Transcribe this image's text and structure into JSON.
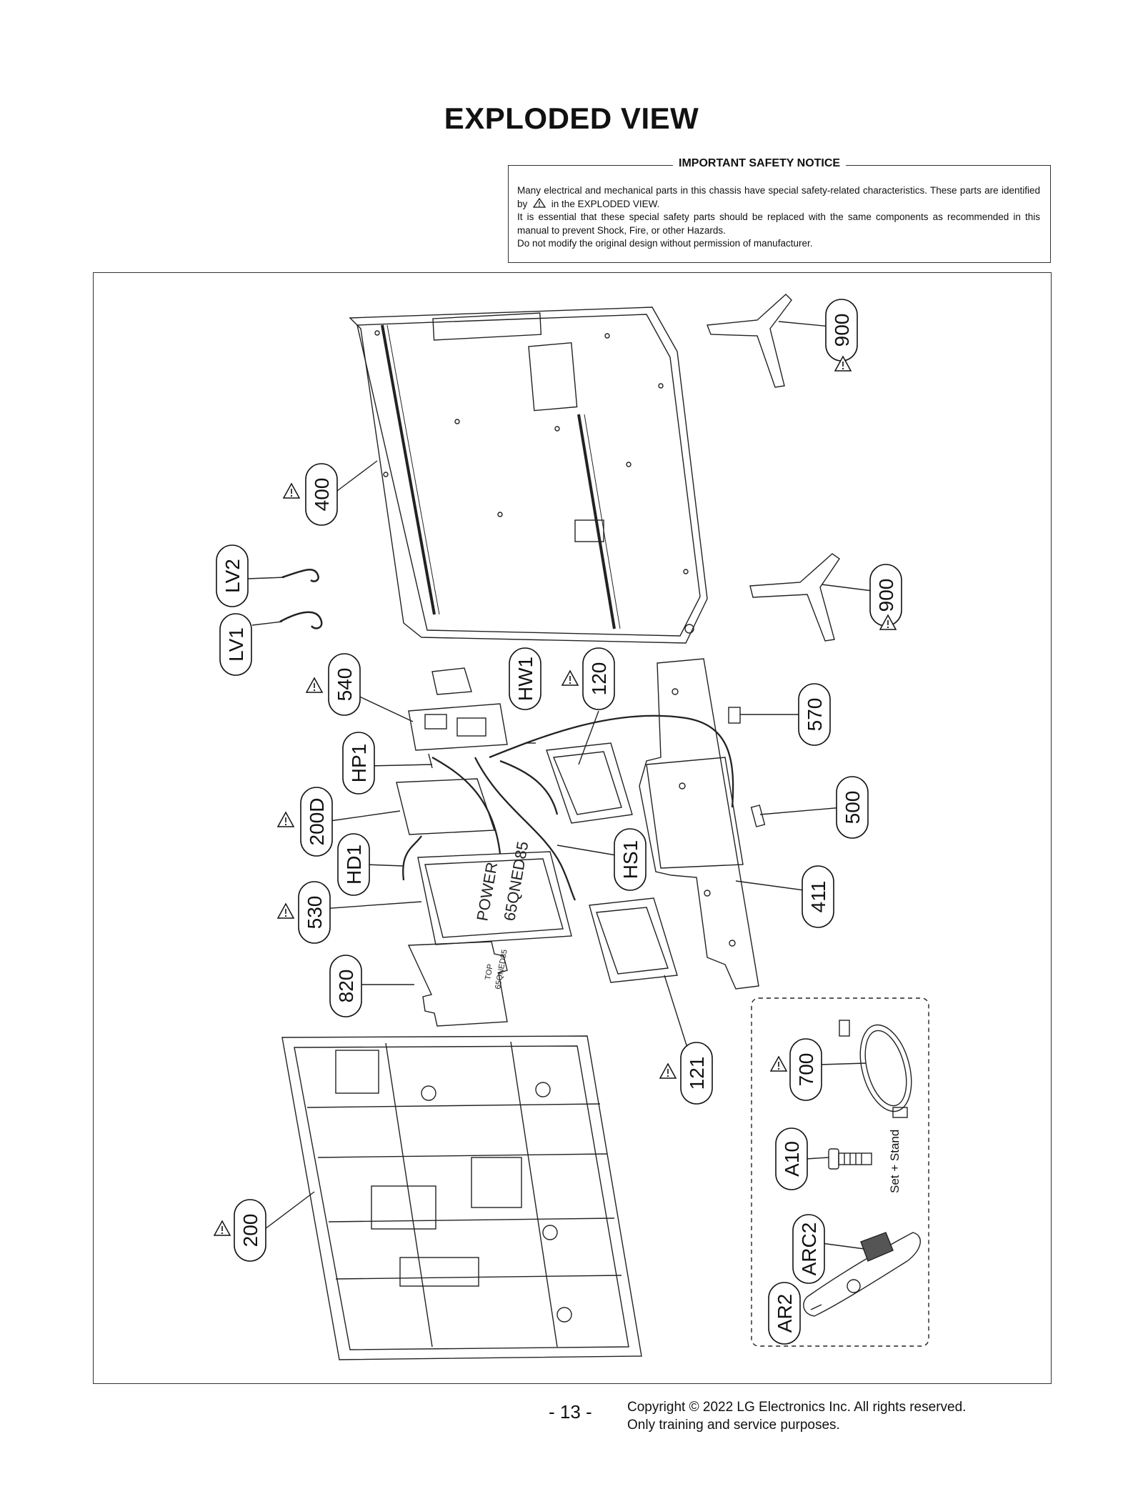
{
  "page": {
    "title": "EXPLODED VIEW",
    "page_number": "- 13 -",
    "copyright_line1": "Copyright © 2022 LG Electronics Inc. All rights reserved.",
    "copyright_line2": "Only training and service purposes."
  },
  "notice": {
    "title": "IMPORTANT SAFETY NOTICE",
    "line1": "Many electrical and mechanical parts in this chassis have special safety-related characteristics. These parts are identified by",
    "line1_tail": "in the EXPLODED VIEW.",
    "line2": "It is essential that these special safety parts should be replaced with the same components as recommended in this manual to prevent Shock, Fire, or other Hazards.",
    "line3": "Do not modify the original design without permission of manufacturer."
  },
  "parts": {
    "p900a": "900",
    "p900b": "900",
    "p400": "400",
    "lv2": "LV2",
    "lv1": "LV1",
    "p540": "540",
    "hw1": "HW1",
    "p120": "120",
    "p570": "570",
    "hp1": "HP1",
    "p200d": "200D",
    "p500": "500",
    "hs1": "HS1",
    "hd1": "HD1",
    "p411": "411",
    "p530": "530",
    "p820": "820",
    "p121": "121",
    "p700": "700",
    "a10": "A10",
    "arc2": "ARC2",
    "ar2": "AR2",
    "p200": "200"
  },
  "labels": {
    "power_board_text1": "POWER",
    "power_board_text2": "65QNED85",
    "sheet_text1": "TOP",
    "sheet_text2": "65QNED85",
    "screw_note": "Set + Stand"
  },
  "colors": {
    "line": "#222222",
    "frame": "#333333"
  }
}
